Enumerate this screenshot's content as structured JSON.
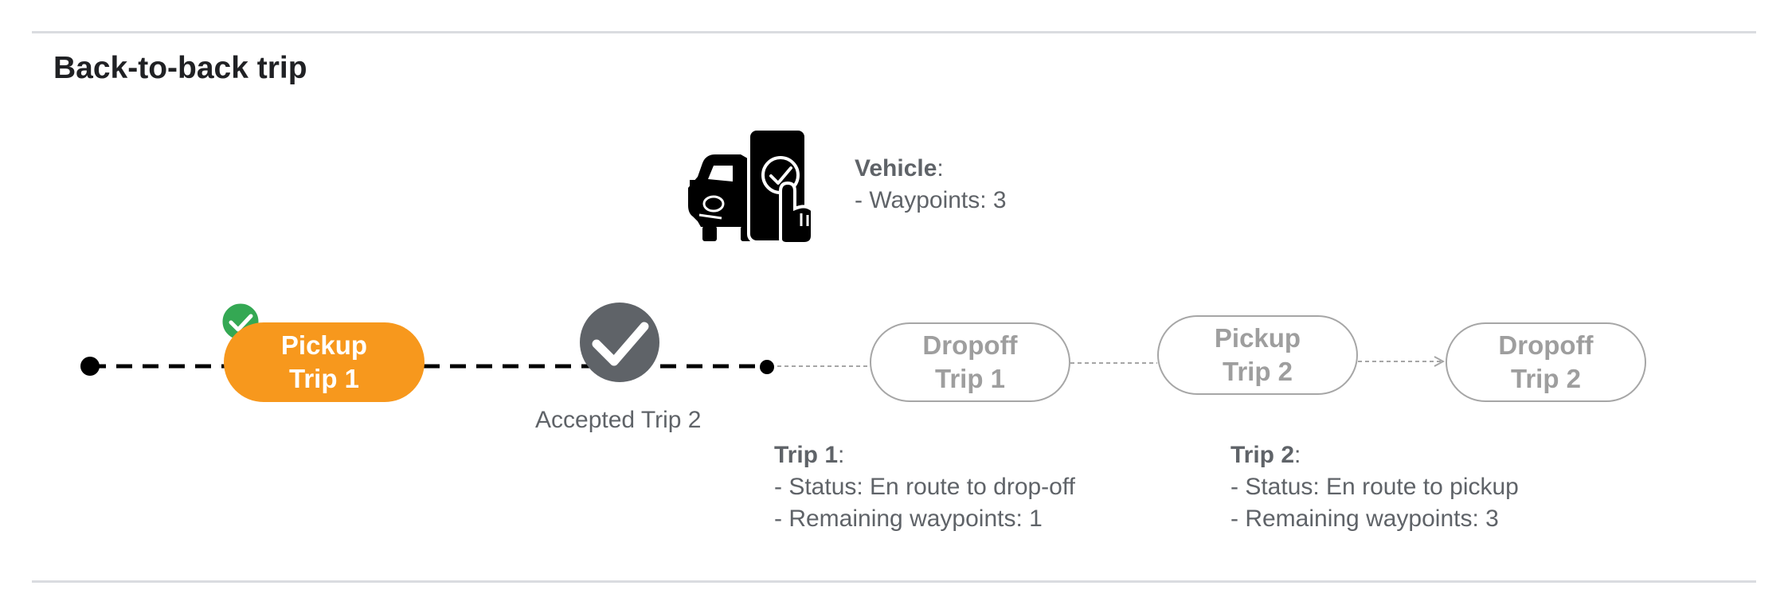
{
  "title": "Back-to-back trip",
  "vehicle": {
    "label": "Vehicle",
    "lines": [
      "- Waypoints: 3"
    ]
  },
  "nodes": {
    "pickup_trip1": {
      "line1": "Pickup",
      "line2": "Trip 1",
      "status": "completed"
    },
    "accepted": {
      "label": "Accepted Trip 2"
    },
    "dropoff_trip1": {
      "line1": "Dropoff",
      "line2": "Trip 1",
      "status": "pending"
    },
    "pickup_trip2": {
      "line1": "Pickup",
      "line2": "Trip 2",
      "status": "pending"
    },
    "dropoff_trip2": {
      "line1": "Dropoff",
      "line2": "Trip 2",
      "status": "pending"
    }
  },
  "trip1": {
    "label": "Trip 1",
    "status_line": "- Status:  En route to drop-off",
    "waypoints_line": "- Remaining waypoints: 1"
  },
  "trip2": {
    "label": "Trip 2",
    "status_line": "- Status:  En route to pickup",
    "waypoints_line": "- Remaining waypoints: 3"
  },
  "colors": {
    "active_pill": "#f7981d",
    "completed_badge": "#34a853",
    "accepted_check": "#5f6368",
    "pending_border": "#a6a6a6",
    "pending_text": "#9e9e9e"
  }
}
